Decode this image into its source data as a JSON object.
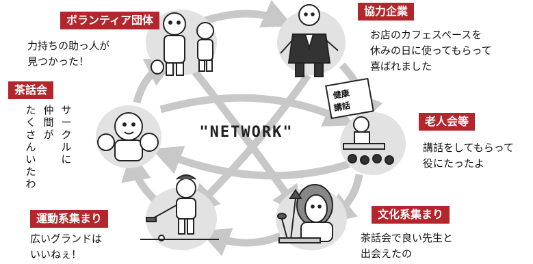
{
  "center_label": "\"NETWORK\"",
  "colors": {
    "tag_bg": "#b3262c",
    "arrow": "#c8c8c8",
    "node_bg": "#e2e2e2"
  },
  "nodes": {
    "volunteer": {
      "tag": "ボランティア団体",
      "caption_line1": "力持ちの助っ人が",
      "caption_line2": "見つかった！"
    },
    "company": {
      "tag": "協力企業",
      "caption_line1": "お店のカフェスペースを",
      "caption_line2": "休みの日に使ってもらって",
      "caption_line3": "喜ばれました"
    },
    "tea": {
      "tag": "茶話会",
      "col1": "サークルに",
      "col2": "仲間が",
      "col3": "たくさんいたわ"
    },
    "elderly": {
      "tag": "老人会等",
      "caption_line1": "講話をしてもらって",
      "caption_line2": "役にたったよ",
      "board_line1": "健康",
      "board_line2": "講話"
    },
    "sports": {
      "tag": "運動系集まり",
      "caption_line1": "広いグランドは",
      "caption_line2": "いいねぇ！"
    },
    "culture": {
      "tag": "文化系集まり",
      "caption_line1": "茶話会で良い先生と",
      "caption_line2": "出会えたの"
    }
  }
}
